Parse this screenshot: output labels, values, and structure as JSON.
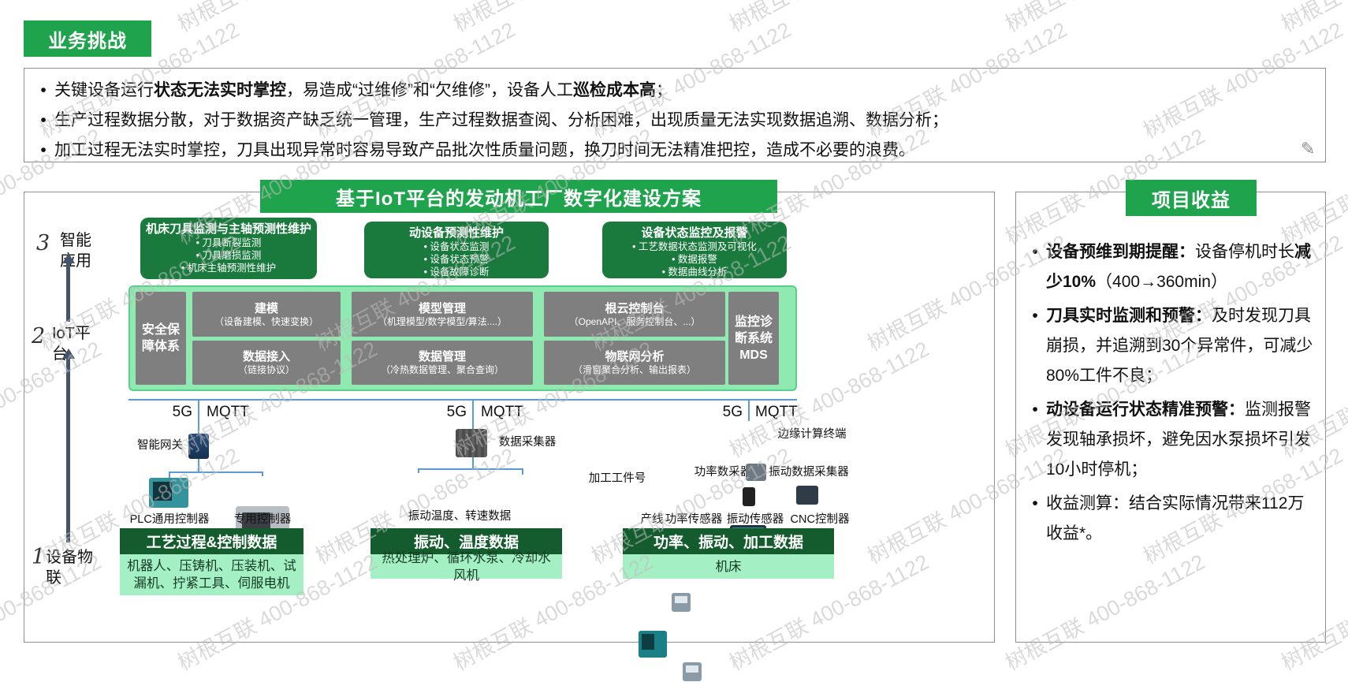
{
  "ui": {
    "bullet": "•"
  },
  "watermark": {
    "text": "树根互联 400-868-1122"
  },
  "challenges": {
    "badge": "业务挑战",
    "bullets": [
      [
        {
          "t": "关键设备运行"
        },
        {
          "t": "状态无法实时掌控",
          "b": 1
        },
        {
          "t": "，易造成“过维修”和“欠维修”，设备人工"
        },
        {
          "t": "巡检成本高",
          "b": 1
        },
        {
          "t": "；"
        }
      ],
      [
        {
          "t": "生产过程数据分散，对于数据资产缺乏统一管理，生产过程数据查阅、分析困难，出现质量无法实现数据追溯、数据分析；"
        }
      ],
      [
        {
          "t": "加工过程无法实时掌控，刀具出现异常时容易导致产品批次性质量问题，换刀时间无法精准把控，造成不必要的浪费。"
        }
      ]
    ]
  },
  "solution": {
    "title": "基于IoT平台的发动机工厂数字化建设方案",
    "layers": [
      {
        "num": "3",
        "label": "智能应用"
      },
      {
        "num": "2",
        "label": "IoT平台"
      },
      {
        "num": "1",
        "label": "设备物联"
      }
    ],
    "apps": [
      {
        "title": "机床刀具监测与主轴预测性维护",
        "items": [
          "刀具断裂监测",
          "刀具磨损监测",
          "机床主轴预测性维护"
        ]
      },
      {
        "title": "动设备预测性维护",
        "items": [
          "设备状态监测",
          "设备状态预警",
          "设备故障诊断"
        ]
      },
      {
        "title": "设备状态监控及报警",
        "items": [
          "工艺数据状态监测及可视化",
          "数据报警",
          "数据曲线分析"
        ]
      }
    ],
    "platform": {
      "security": "安全保障体系",
      "mds": "监控诊断系统MDS",
      "modules": [
        {
          "title": "建模",
          "sub": "（设备建模、快速变换）"
        },
        {
          "title": "模型管理",
          "sub": "（机理模型/数学模型/算法....）"
        },
        {
          "title": "根云控制台",
          "sub": "（OpenAPI、服务控制台、...）"
        },
        {
          "title": "数据接入",
          "sub": "（链接协议）"
        },
        {
          "title": "数据管理",
          "sub": "（冷热数据管理、聚合查询）"
        },
        {
          "title": "物联网分析",
          "sub": "（滑窗聚合分析、输出报表）"
        }
      ]
    },
    "protocols": {
      "left": "5G",
      "right": "MQTT"
    },
    "devices": {
      "gateway": "智能网关",
      "plc_controller": "PLC通用控制器",
      "dedicated_controller": "专用控制器",
      "data_collector": "数据采集器",
      "vibration_temp": "振动温度、转速数据",
      "workpiece_no": "加工工件号",
      "line_plc": "产线PLC",
      "power_collector": "功率数采器",
      "vibration_collector": "振动数据采集器",
      "power_sensor": "功率传感器",
      "vibration_sensor": "振动传感器",
      "cnc_controller": "CNC控制器",
      "edge_terminal": "边缘计算终端"
    },
    "data_groups": [
      {
        "bar": "工艺过程&控制数据",
        "devices": "机器人、压铸机、压装机、试漏机、拧紧工具、伺服电机"
      },
      {
        "bar": "振动、温度数据",
        "devices": "热处理炉、循环水泵、冷却水风机"
      },
      {
        "bar": "功率、振动、加工数据",
        "devices": "机床"
      }
    ]
  },
  "benefits": {
    "badge": "项目收益",
    "bullets": [
      [
        {
          "t": "设备预维到期提醒：",
          "b": 1
        },
        {
          "t": "设备停机时长"
        },
        {
          "t": "减少10%",
          "b": 1
        },
        {
          "t": "（400→360min）"
        }
      ],
      [
        {
          "t": "刀具实时监测和预警：",
          "b": 1
        },
        {
          "t": "及时发现刀具崩损，并追溯到30个异常件，可减少80%工件不良；"
        }
      ],
      [
        {
          "t": "动设备运行状态精准预警：",
          "b": 1
        },
        {
          "t": "监测报警发现轴承损坏，避免因水泵损坏引发10小时停机；"
        }
      ],
      [
        {
          "t": "收益测算：结合实际情况带来112万收益*。"
        }
      ]
    ]
  }
}
